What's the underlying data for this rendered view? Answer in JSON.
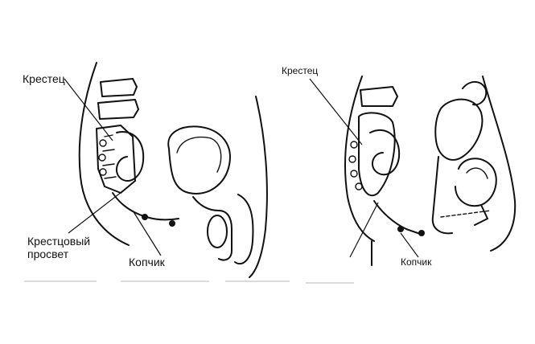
{
  "figures": [
    {
      "id": "male",
      "labels": {
        "sacrum": "Крестец",
        "sacral_lumen": "Крестцовый\nпросвет",
        "coccyx": "Копчик"
      }
    },
    {
      "id": "female",
      "labels": {
        "sacrum": "Крестец",
        "coccyx": "Копчик"
      }
    }
  ],
  "colors": {
    "ink": "#111111",
    "background": "#ffffff"
  }
}
